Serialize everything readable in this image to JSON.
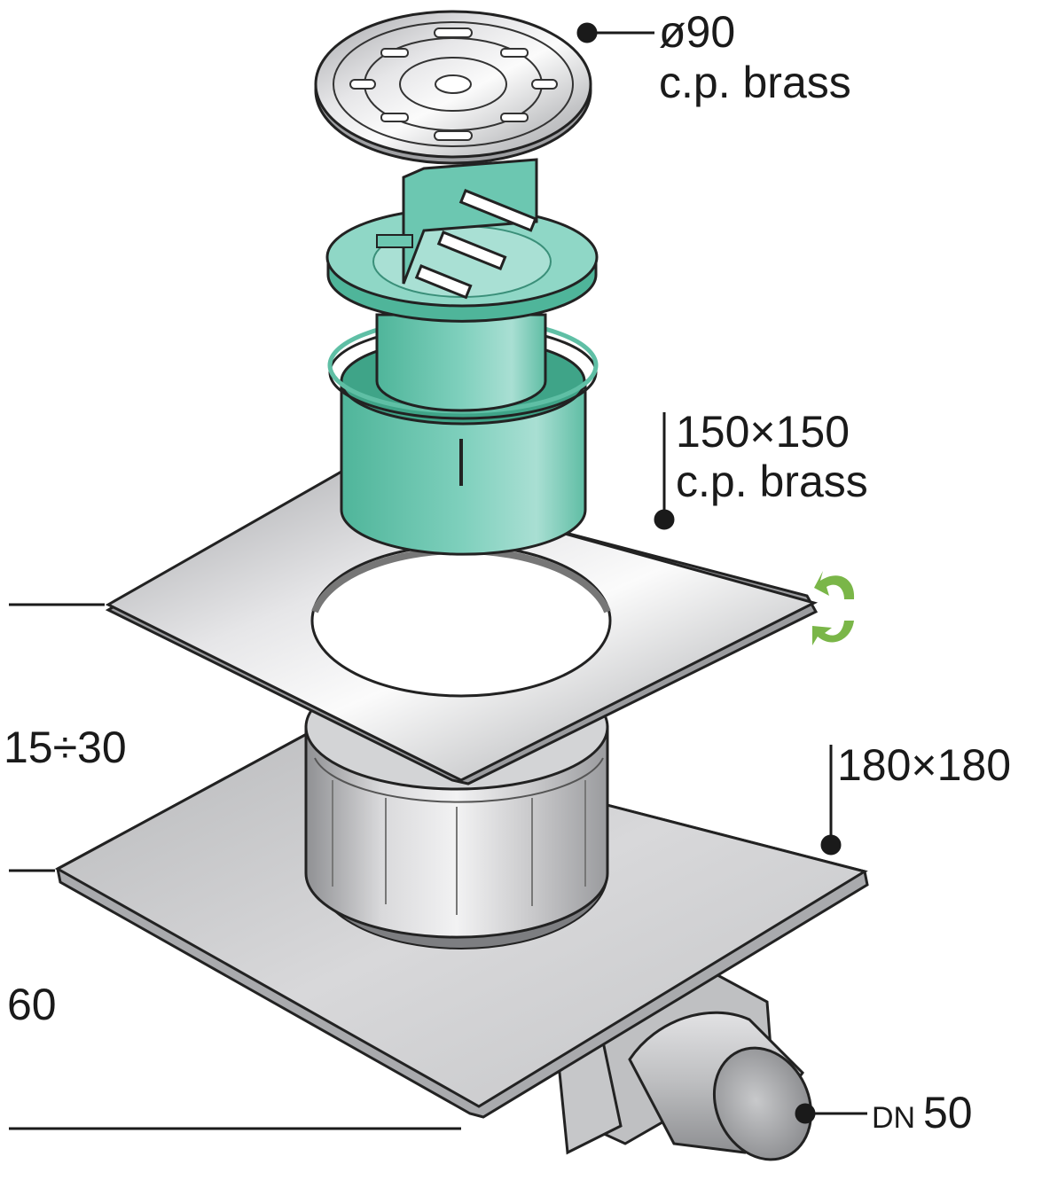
{
  "labels": {
    "grate_diameter": "ø90",
    "grate_material": "c.p. brass",
    "frame_size": "150×150",
    "frame_material": "c.p. brass",
    "base_size": "180×180",
    "height_adjust": "15÷30",
    "body_height": "60",
    "outlet_dn_prefix": "DN",
    "outlet_dn_value": "50"
  },
  "icons": {
    "rotate": "rotate-arrows-icon"
  },
  "colors": {
    "accent_green": "#7ab648",
    "siphon_green": "#6cc7b1",
    "metal": "#c8c8ca",
    "line": "#1a1a1a"
  }
}
